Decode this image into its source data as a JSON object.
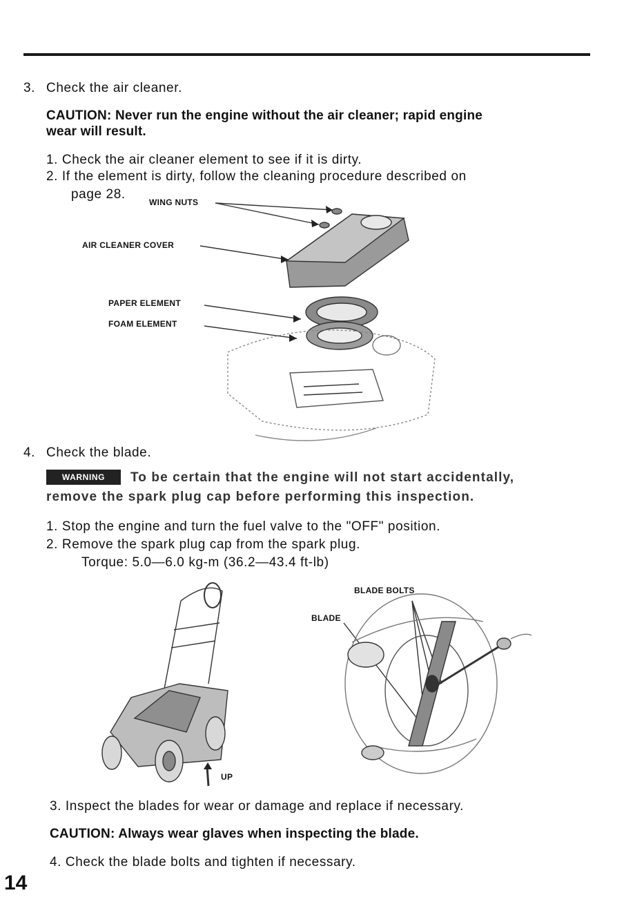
{
  "steps": {
    "s3": {
      "num": "3.",
      "text": "Check the air cleaner."
    },
    "caution1_l1": "CAUTION: Never run the engine without the air cleaner; rapid engine",
    "caution1_l2": "wear will result.",
    "sub1": "1. Check the air cleaner element to see if it is dirty.",
    "sub2_l1": "2. If the element is dirty, follow the cleaning procedure described on",
    "sub2_l2": "page 28.",
    "s4": {
      "num": "4.",
      "text": "Check the blade."
    },
    "warning_label": "WARNING",
    "warning_l1": "To be certain that the engine will not start accidentally,",
    "warning_l2": "remove the spark plug cap before performing this inspection.",
    "b1": "1. Stop the engine and turn the fuel valve to the \"OFF\" position.",
    "b2": "2. Remove the spark plug cap from the spark plug.",
    "torque": "Torque: 5.0—6.0 kg-m (36.2—43.4 ft-lb)",
    "b3": "3. Inspect the blades for wear or damage and replace if necessary.",
    "caution2": "CAUTION: Always wear glaves when inspecting the blade.",
    "b4": "4. Check the blade bolts and tighten if necessary."
  },
  "figure1": {
    "wing_nuts": "WING NUTS",
    "air_cleaner_cover": "AIR CLEANER COVER",
    "paper_element": "PAPER ELEMENT",
    "foam_element": "FOAM ELEMENT"
  },
  "figure2": {
    "up": "UP"
  },
  "figure3": {
    "blade_bolts": "BLADE BOLTS",
    "blade": "BLADE"
  },
  "page_number": "14"
}
